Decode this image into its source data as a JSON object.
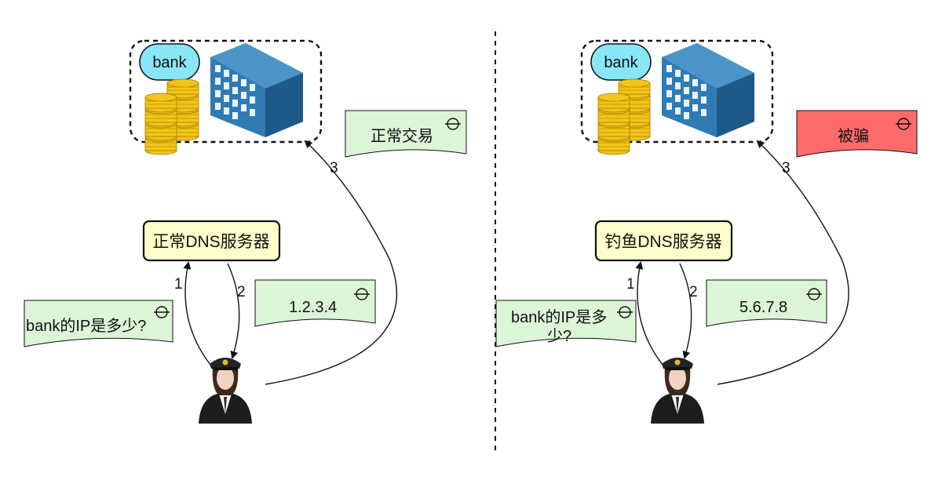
{
  "left_panel": {
    "bank_label": "bank",
    "dns_server": "正常DNS服务器",
    "query_note": "bank的IP是多少?",
    "answer_note": "1.2.3.4",
    "result_note": "正常交易",
    "steps": [
      "1",
      "2",
      "3"
    ]
  },
  "right_panel": {
    "bank_label": "bank",
    "dns_server": "钓鱼DNS服务器",
    "query_note_line1": "bank的IP是多",
    "query_note_line2": "少?",
    "answer_note": "5.6.7.8",
    "result_note": "被骗",
    "steps": [
      "1",
      "2",
      "3"
    ]
  },
  "colors": {
    "note_green": "#dcf5d7",
    "note_red": "#ff6b6b",
    "server_yellow": "#ffffcc",
    "bank_bubble": "#88e6f7",
    "building_blue": "#2a6fa3",
    "coin_gold": "#f2c519"
  },
  "icons": [
    "bank-building-icon",
    "coin-stack-icon",
    "user-officer-icon",
    "note-tab-icon"
  ]
}
